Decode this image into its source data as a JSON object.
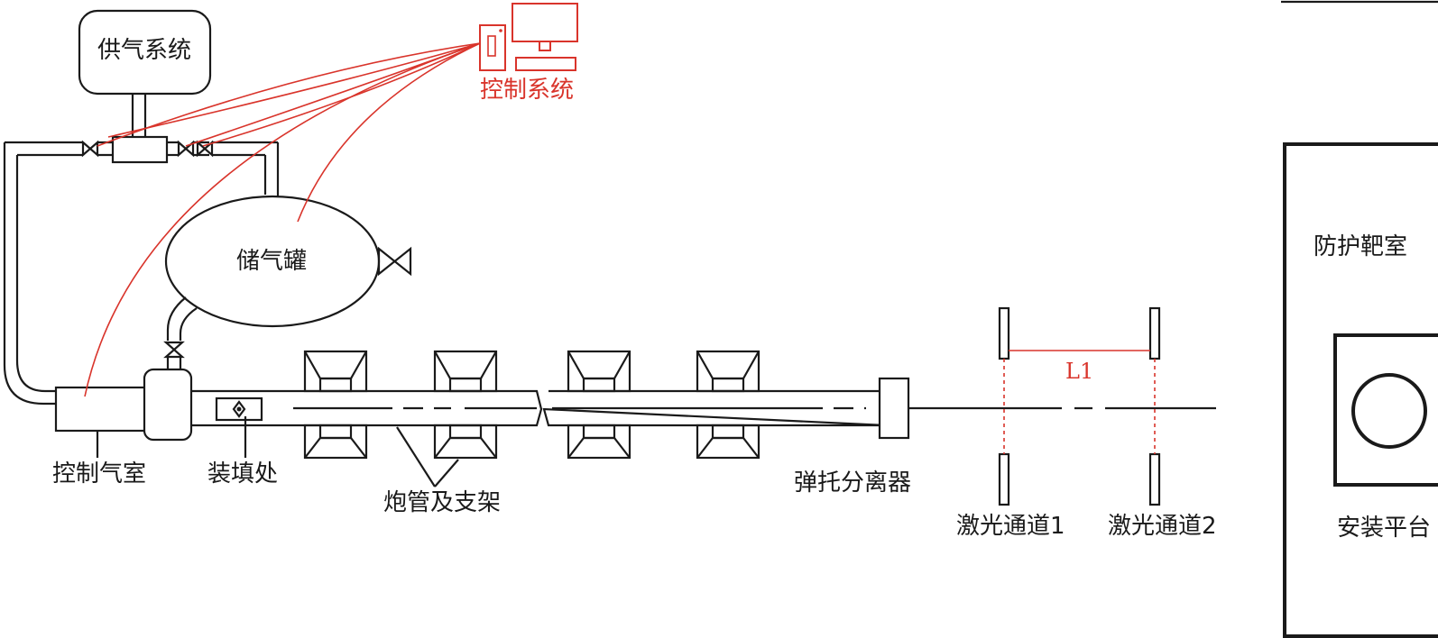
{
  "labels": {
    "gas_supply": "供气系统",
    "control_system": "控制系统",
    "gas_tank": "储气罐",
    "protective_chamber": "防护靶室",
    "control_chamber": "控制气室",
    "loading_point": "装填处",
    "barrel_and_support": "炮管及支架",
    "sabot_separator": "弹托分离器",
    "laser_channel_1": "激光通道1",
    "laser_channel_2": "激光通道2",
    "mount_platform": "安装平台",
    "distance_l1": "L1"
  },
  "colors": {
    "line": "#1a1a1a",
    "control_signal": "#d9342b"
  },
  "icons": {
    "valve": "bowtie-valve-icon",
    "computer": "computer-icon",
    "projectile": "projectile-icon"
  }
}
